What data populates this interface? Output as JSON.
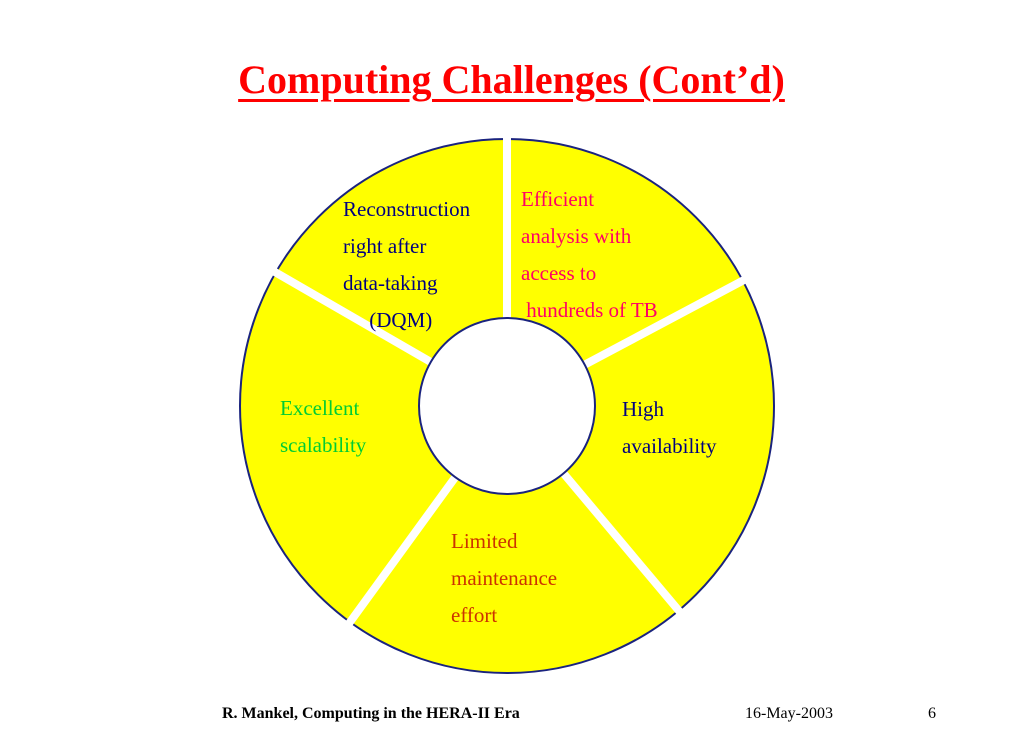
{
  "slide": {
    "title": "Computing Challenges (Cont’d)",
    "title_color": "#ff0000"
  },
  "diagram": {
    "fill_color": "#ffff00",
    "outline_color": "#1a237e",
    "separator_color": "#ffffff",
    "segments": [
      {
        "lines": [
          "Reconstruction",
          "right after",
          "data-taking",
          "     (DQM)"
        ],
        "color": "#000080"
      },
      {
        "lines": [
          "Efficient",
          "analysis with",
          "access to",
          " hundreds of TB"
        ],
        "color": "#ff0066"
      },
      {
        "lines": [
          "High",
          "availability"
        ],
        "color": "#000080"
      },
      {
        "lines": [
          "Limited",
          "maintenance",
          "effort"
        ],
        "color": "#cc3300"
      },
      {
        "lines": [
          "Excellent",
          "scalability"
        ],
        "color": "#00cc33"
      }
    ]
  },
  "footer": {
    "author": "R. Mankel, Computing in the HERA-II Era",
    "date": "16-May-2003",
    "page": "6"
  }
}
